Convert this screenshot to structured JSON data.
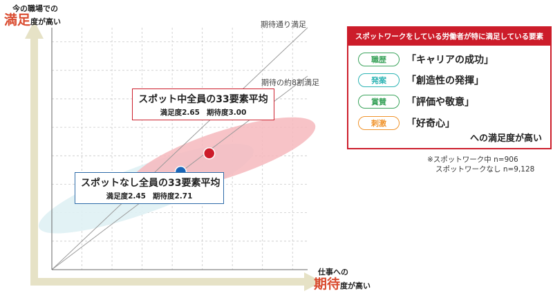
{
  "chart_data": {
    "type": "scatter",
    "xlabel": {
      "line1": "仕事への",
      "accent": "期待",
      "tail": "度が高い"
    },
    "ylabel": {
      "line1": "今の職場での",
      "accent": "満足",
      "tail": "度が高い"
    },
    "xlim": [
      1.4,
      4.0
    ],
    "ylim": [
      1.4,
      4.0
    ],
    "grid": true,
    "reference_lines": [
      {
        "label": "期待通り満足",
        "slope": 1.0
      },
      {
        "label": "期待の約8割満足",
        "slope": 0.8
      }
    ],
    "series": [
      {
        "key": "spot",
        "title": "スポット中全員の33要素平均",
        "sat_label": "満足度2.65",
        "exp_label": "期待度3.00",
        "x": 3.0,
        "y": 2.65,
        "color": "#cc1c2a",
        "cloud_color": "#f6b8bd"
      },
      {
        "key": "none",
        "title": "スポットなし全員の33要素平均",
        "sat_label": "満足度2.45",
        "exp_label": "期待度2.71",
        "x": 2.71,
        "y": 2.45,
        "color": "#1a66b8",
        "cloud_color": "#dff1f4"
      }
    ]
  },
  "panel": {
    "header": "スポットワークをしている労働者が特に満足している要素",
    "items": [
      {
        "tag": "職歴",
        "text": "「キャリアの成功」",
        "color": "#3aa35b"
      },
      {
        "tag": "発案",
        "text": "「創造性の発揮」",
        "color": "#2bb3b3"
      },
      {
        "tag": "賞賛",
        "text": "「評価や敬意」",
        "color": "#3aa35b"
      },
      {
        "tag": "刺激",
        "text": "「好奇心」",
        "color": "#f0932b"
      }
    ],
    "footer": "への満足度が高い"
  },
  "note": {
    "line1": "※スポットワーク中 n=906",
    "line2": "スポットワークなし n=9,128"
  },
  "colors": {
    "accent": "#d94a2e",
    "axis_arrow": "#e6e2c6",
    "grid": "#c8c8c8",
    "ref_line": "#9a9a9a"
  }
}
